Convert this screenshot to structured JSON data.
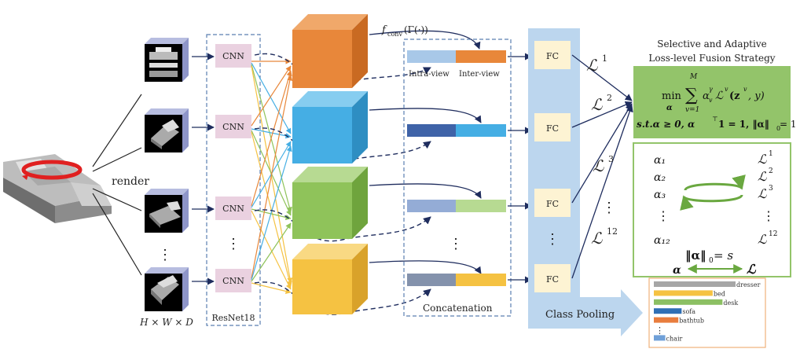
{
  "render_label": "render",
  "input_size_label": "H × W × D",
  "view_dots": "⋮",
  "cnn": {
    "label": "CNN",
    "backbone_label": "ResNet18",
    "dots": "⋮"
  },
  "concat": {
    "fconv_label": "f",
    "fconv_sub": "conv",
    "fconv_arg": "(Γ(·))",
    "intra_view_label": "Intra-view",
    "inter_view_label": "Inter-view",
    "concatenation_label": "Concatenation",
    "dots": "⋮"
  },
  "fc": {
    "label": "FC",
    "dots": "⋮",
    "class_pooling_label": "Class Pooling"
  },
  "losses": [
    {
      "base": "ℒ",
      "sup": "1"
    },
    {
      "base": "ℒ",
      "sup": "2"
    },
    {
      "base": "ℒ",
      "sup": "3"
    },
    {
      "base": "ℒ",
      "sup": "12"
    }
  ],
  "loss_dots": "⋮",
  "fusion": {
    "title_line1": "Selective and Adaptive",
    "title_line2": "Loss-level Fusion Strategy",
    "min_label": "min",
    "min_sub": "α",
    "sum_top": "M",
    "sum_bottom": "v=1",
    "sum_term": "α",
    "sum_term_sup": "γ",
    "sum_term_sub": "v",
    "sum_loss": "ℒ",
    "sum_loss_sup": "v",
    "sum_args": "(z",
    "sum_args_sup": "v",
    "sum_args_end": ", y)",
    "constraint": "s.t.α ≥ 0, α",
    "constraint_sup": "⊤",
    "constraint_end": "1 = 1, ‖α‖",
    "constraint_sub": "0",
    "constraint_tail": " = 1"
  },
  "alpha_list": [
    "α₁",
    "α₂",
    "α₃",
    "⋮",
    "α₁₂"
  ],
  "loss_list": [
    {
      "base": "ℒ",
      "sup": "1"
    },
    {
      "base": "ℒ",
      "sup": "2"
    },
    {
      "base": "ℒ",
      "sup": "3"
    },
    {
      "base": "⋮",
      "sup": ""
    },
    {
      "base": "ℒ",
      "sup": "12"
    }
  ],
  "norm_label": "‖α‖",
  "norm_sub": "0",
  "norm_rhs": " = s",
  "alpha_symbol": "α",
  "loss_symbol": "ℒ",
  "chart_data": {
    "type": "bar",
    "categories": [
      "dresser",
      "bed",
      "desk",
      "sofa",
      "bathtub",
      "⋮",
      "chair"
    ],
    "values": [
      1.0,
      0.72,
      0.84,
      0.34,
      0.3,
      null,
      0.14
    ],
    "colors": [
      "#a6a6a6",
      "#f5c242",
      "#8cc063",
      "#2f6fb5",
      "#e87d3e",
      null,
      "#6fa0d8"
    ],
    "xlim": [
      0,
      1
    ],
    "grid": false
  },
  "colors": {
    "cube_orange": "#e8873a",
    "cube_blue": "#45aee4",
    "cube_green": "#8fc35a",
    "cube_yellow": "#f5c242",
    "cnn_fill": "#ead1e0",
    "fc_column": "#bcd6ee",
    "fc_box": "#fdf3d3",
    "fusion_green": "#93c46a",
    "navy": "#1f2d5e"
  }
}
